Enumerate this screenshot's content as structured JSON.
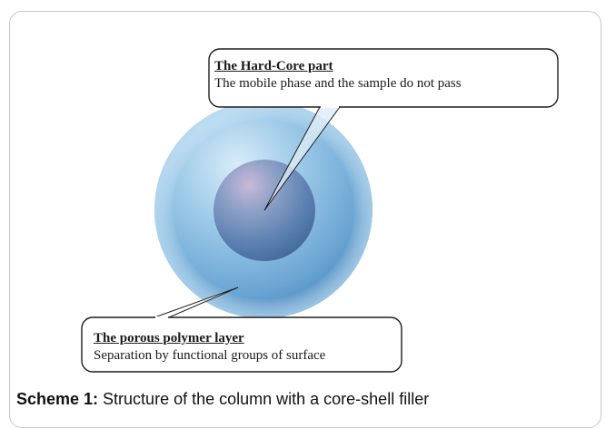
{
  "callouts": {
    "hard_core": {
      "title": "The Hard-Core part",
      "description": "The mobile phase and the sample do not pass"
    },
    "porous_layer": {
      "title": "The porous polymer layer",
      "description": "Separation by functional groups of surface"
    }
  },
  "caption": {
    "label": "Scheme 1:",
    "text": " Structure of the column with a core-shell filler"
  },
  "colors": {
    "outer_shell": "#7fb6dd",
    "inner_core": "#5f86b3",
    "callout_border": "#1f1f1f"
  }
}
